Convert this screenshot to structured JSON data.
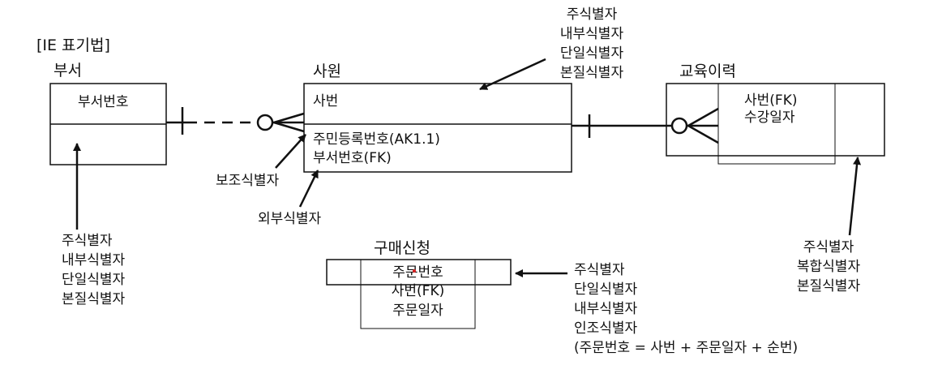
{
  "notation_label": "[IE 표기법]",
  "entities": {
    "dept": {
      "name": "부서",
      "pk": [
        "부서번호"
      ],
      "attrs": []
    },
    "emp": {
      "name": "사원",
      "pk": [
        "사번"
      ],
      "attrs": [
        "주민등록번호(AK1.1)",
        "부서번호(FK)"
      ]
    },
    "edu": {
      "name": "교육이력",
      "pk": [
        "사번(FK)",
        "수강일자"
      ],
      "attrs": []
    },
    "order": {
      "name": "구매신청",
      "pk": [
        "주문번호"
      ],
      "attrs": [
        "사번(FK)",
        "주문일자"
      ]
    }
  },
  "annotations": {
    "emp_pk": [
      "주식별자",
      "내부식별자",
      "단일식별자",
      "본질식별자"
    ],
    "dept_pk": [
      "주식별자",
      "내부식별자",
      "단일식별자",
      "본질식별자"
    ],
    "edu_pk": [
      "주식별자",
      "복합식별자",
      "본질식별자"
    ],
    "order_pk": [
      "주식별자",
      "단일식별자",
      "내부식별자",
      "인조식별자",
      "(주문번호 = 사번 + 주문일자 + 순번)"
    ],
    "alt_key": "보조식별자",
    "foreign_key": "외부식별자"
  },
  "colors": {
    "line": "#111111",
    "accent_dot": "#dd2222"
  }
}
